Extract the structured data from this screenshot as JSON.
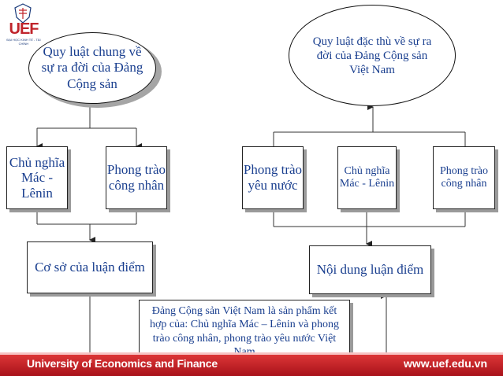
{
  "logo": {
    "text": "UEF",
    "subtext": "ĐẠI HỌC KINH TẾ - TÀI CHÍNH"
  },
  "nodes": {
    "general_law": "Quy luật chung về sự ra đời của Đảng Cộng sản",
    "specific_law": "Quy luật đặc thù về sự ra đời của Đảng Cộng sản Việt Nam",
    "marxism_left": "Chủ nghĩa Mác - Lênin",
    "workers_left": "Phong trào công nhân",
    "patriotic": "Phong trào yêu nước",
    "marxism_right": "Chủ nghĩa Mác - Lênin",
    "workers_right": "Phong trào công nhân",
    "basis": "Cơ sở của luận điểm",
    "content": "Nội dung luận điểm",
    "conclusion": "Đảng Cộng sản Việt Nam là sản phẩm kết hợp của: Chủ nghĩa Mác – Lênin và phong trào công nhân, phong trào yêu nước Việt Nam"
  },
  "footer": {
    "university": "University of Economics and Finance",
    "website": "www.uef.edu.vn"
  }
}
